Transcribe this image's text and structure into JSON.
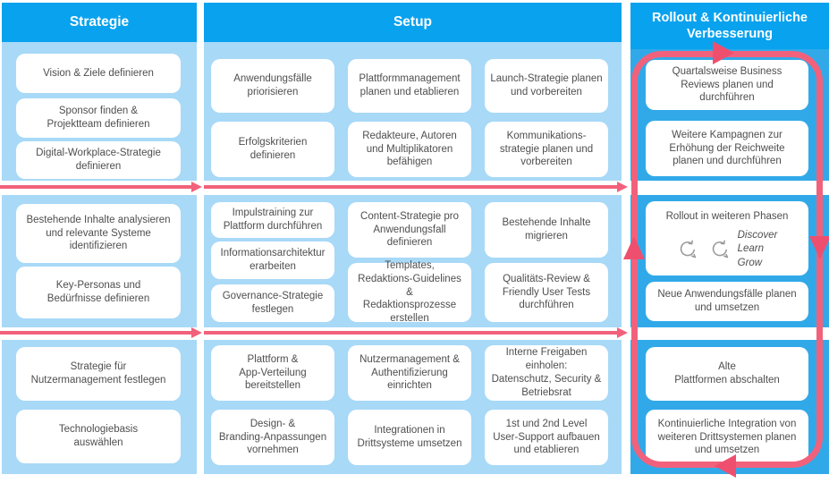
{
  "colors": {
    "header_blue": "#09a2ee",
    "column_light_blue": "#a8d9f7",
    "rollout_deep_blue": "#31a9e9",
    "arrow_pink": "#f2617b",
    "card_text_gray": "#4e4e4e",
    "icon_gray": "#9b9b9b"
  },
  "headers": {
    "strategie": "Strategie",
    "setup": "Setup",
    "rollout": "Rollout & Kontinuierliche\nVerbesserung"
  },
  "strategie": {
    "s1": [
      "Vision & Ziele definieren",
      "Sponsor finden &\nProjektteam definieren",
      "Digital-Workplace-Strategie\ndefinieren"
    ],
    "s2": [
      "Bestehende Inhalte analysieren\nund relevante Systeme\nidentifizieren",
      "Key-Personas und\nBedürfnisse definieren"
    ],
    "s3": [
      "Strategie für\nNutzermanagement festlegen",
      "Technologiebasis\nauswählen"
    ]
  },
  "setup": {
    "s1": [
      "Anwendungsfälle\npriorisieren",
      "Plattformmanagement\nplanen und etablieren",
      "Launch-Strategie planen\nund vorbereiten",
      "Erfolgskriterien\ndefinieren",
      "Redakteure, Autoren\nund Multiplikatoren\nbefähigen",
      "Kommunikations-\nstrategie planen und\nvorbereiten"
    ],
    "s2": [
      "Impulstraining zur\nPlattform durchführen",
      "Informationsarchitektur\nerarbeiten",
      "Governance-Strategie\nfestlegen",
      "Content-Strategie pro\nAnwendungsfall\ndefinieren",
      "Templates,\nRedaktions-Guidelines &\nRedaktionsprozesse\nerstellen",
      "Bestehende Inhalte\nmigrieren",
      "Qualitäts-Review &\nFriendly User Tests\ndurchführen"
    ],
    "s3": [
      "Plattform &\nApp-Verteilung\nbereitstellen",
      "Nutzermanagement &\nAuthentifizierung\neinrichten",
      "Interne Freigaben\neinholen:\nDatenschutz, Security &\nBetriebsrat",
      "Design- &\nBranding-Anpassungen\nvornehmen",
      "Integrationen in\nDrittsysteme umsetzen",
      "1st und 2nd Level\nUser-Support aufbauen\nund etablieren"
    ]
  },
  "rollout": {
    "s1": [
      "Quartalsweise Business\nReviews planen und\ndurchführen",
      "Weitere Kampagnen zur\nErhöhung der Reichweite\nplanen und durchführen"
    ],
    "s2_phases_title": "Rollout in weiteren Phasen",
    "s2_phases_tags": "Discover\nLearn\nGrow",
    "s2_card2": "Neue Anwendungsfälle planen\nund umsetzen",
    "s3": [
      "Alte\nPlattformen abschalten",
      "Kontinuierliche Integration von\nweiteren Drittsystemen planen\nund umsetzen"
    ]
  }
}
